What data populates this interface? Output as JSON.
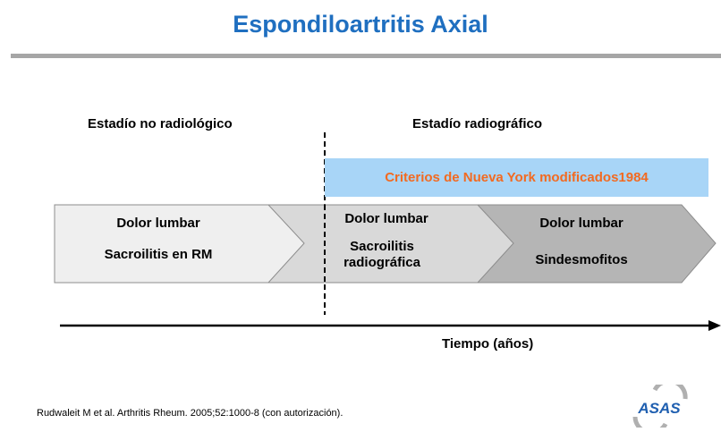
{
  "title": "Espondiloartritis Axial",
  "stages": {
    "left_label": "Estadío no radiológico",
    "right_label": "Estadío radiográfico"
  },
  "criteria": {
    "label": "Criterios de Nueva York modificados1984"
  },
  "arrows": [
    {
      "line1": "Dolor lumbar",
      "line2": "Sacroilitis en RM"
    },
    {
      "line1": "Dolor lumbar",
      "line2": "Sacroilitis radiográfica"
    },
    {
      "line1": "Dolor lumbar",
      "line2": "Sindesmofitos"
    }
  ],
  "axis": {
    "label": "Tiempo (años)"
  },
  "citation": "Rudwaleit M et al. Arthritis Rheum. 2005;52:1000-8 (con autorización).",
  "logo": {
    "text": "ASAS"
  },
  "colors": {
    "title": "#1f6fc0",
    "criteria_text": "#f26a21",
    "criteria_bg": "#a8d5f7",
    "arrow1": "#efefef",
    "arrow2": "#d9d9d9",
    "arrow3": "#b5b5b5"
  }
}
